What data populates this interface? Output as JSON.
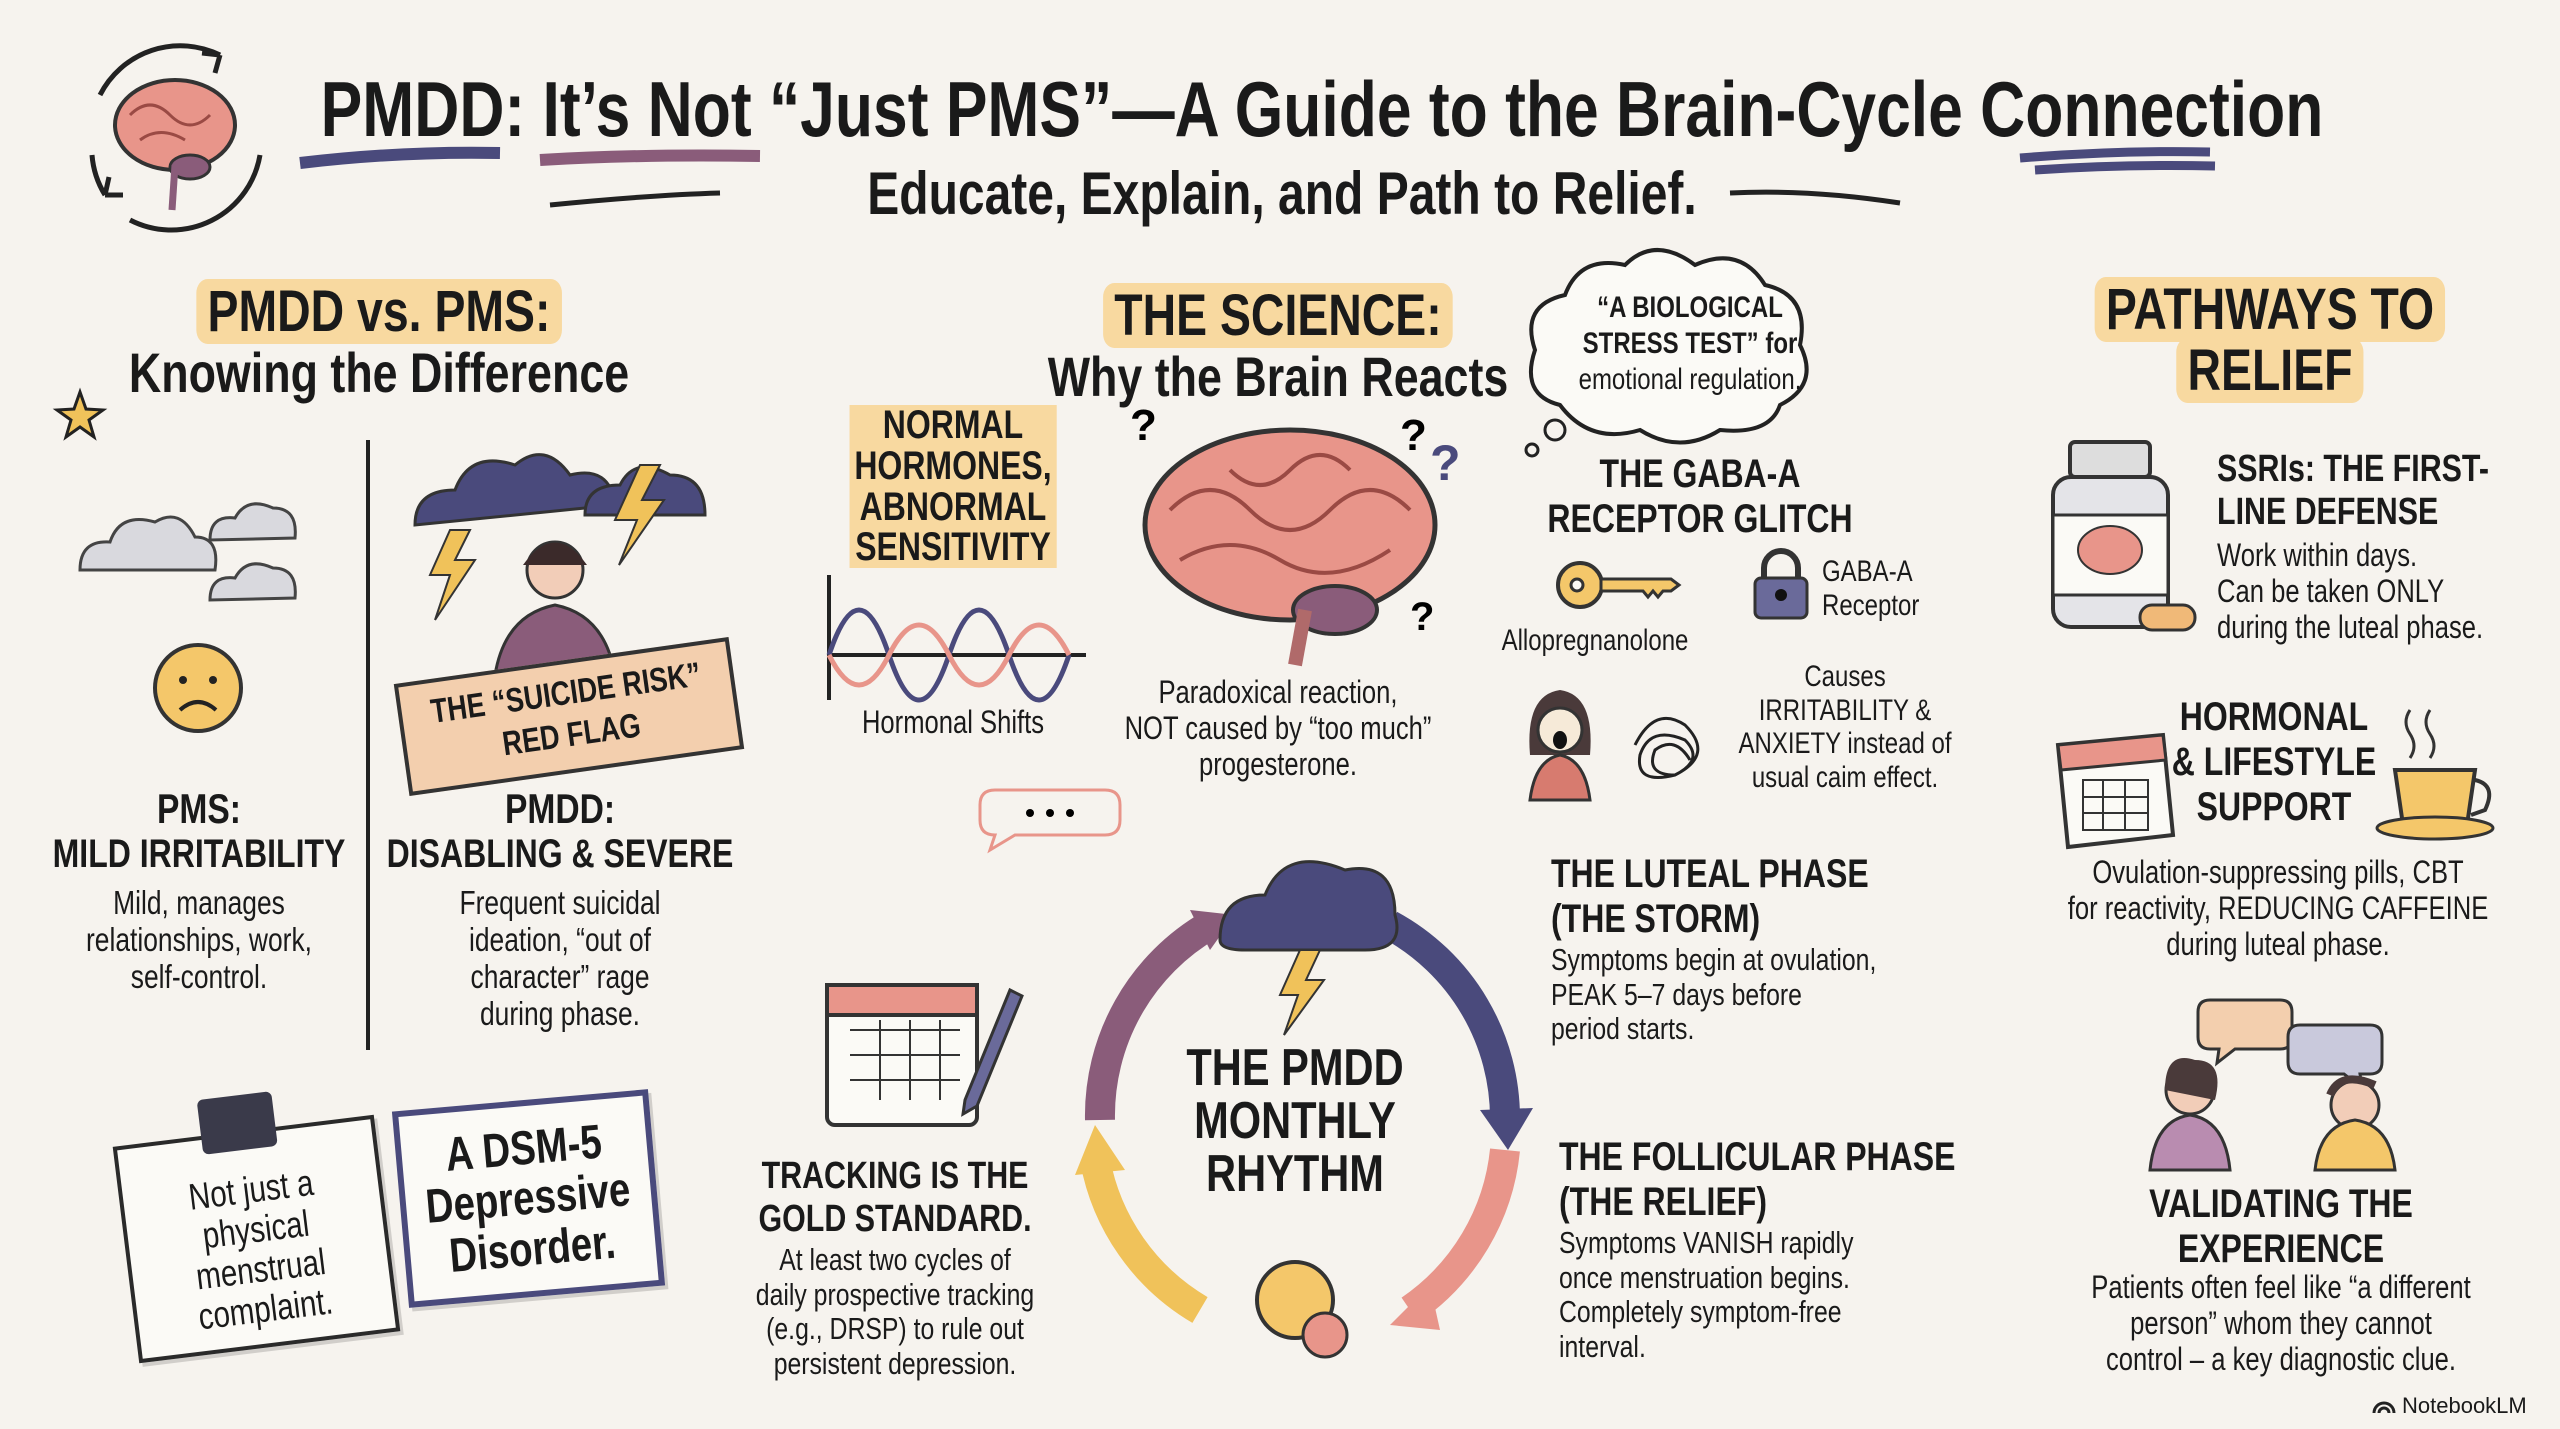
{
  "header": {
    "title": "PMDD: It’s Not “Just PMS”—A Guide to the Brain-Cycle Connection",
    "subtitle": "Educate, Explain, and Path to Relief."
  },
  "colors": {
    "background": "#f6f3ee",
    "highlight": "#f8d9a0",
    "navy": "#4a4a7c",
    "plum": "#8a5c7a",
    "coral": "#e8958a",
    "ink": "#1a1a1a"
  },
  "left": {
    "title": "PMDD vs. PMS:",
    "subtitle": "Knowing the Difference",
    "pms": {
      "title": "PMS:",
      "subtitle": "MILD IRRITABILITY",
      "lines": [
        "Mild, manages",
        "relationships, work,",
        "self-control."
      ]
    },
    "banner": {
      "line1": "THE “SUICIDE RISK”",
      "line2": "RED FLAG"
    },
    "pmdd": {
      "title": "PMDD:",
      "subtitle": "DISABLING & SEVERE",
      "lines": [
        "Frequent suicidal",
        "ideation, “out of",
        "character” rage",
        "during phase."
      ]
    },
    "note": {
      "lines": [
        "Not just a",
        "physical",
        "menstrual",
        "complaint."
      ]
    },
    "dsm": {
      "lines": [
        "A DSM-5",
        "Depressive",
        "Disorder."
      ]
    }
  },
  "science": {
    "title": "THE SCIENCE:",
    "subtitle": "Why the Brain Reacts",
    "cloud": {
      "lines": [
        "“A BIOLOGICAL",
        "STRESS TEST” for",
        "emotional regulation."
      ]
    },
    "hormones": {
      "lines": [
        "NORMAL",
        "HORMONES,",
        "ABNORMAL",
        "SENSITIVITY"
      ],
      "caption": "Hormonal Shifts"
    },
    "brain": {
      "lines": [
        "Paradoxical reaction,",
        "NOT caused by “too much”",
        "progesterone."
      ]
    },
    "gaba": {
      "title_lines": [
        "THE GABA-A",
        "RECEPTOR GLITCH"
      ],
      "key_label": "Allopregnanolone",
      "lock_lines": [
        "GABA-A",
        "Receptor"
      ],
      "effect_lines": [
        "Causes",
        "IRRITABILITY &",
        "ANXIETY instead of",
        "usual caim effect."
      ]
    },
    "tracking": {
      "title_lines": [
        "TRACKING IS THE",
        "GOLD STANDARD."
      ],
      "lines": [
        "At least two cycles of",
        "daily prospective tracking",
        "(e.g., DRSP) to rule out",
        "persistent depression."
      ]
    },
    "cycle": {
      "lines": [
        "THE PMDD",
        "MONTHLY",
        "RHYTHM"
      ]
    },
    "luteal": {
      "title_lines": [
        "THE LUTEAL PHASE",
        "(THE STORM)"
      ],
      "lines": [
        "Symptoms begin at ovulation,",
        "PEAK 5–7 days before",
        "period starts."
      ]
    },
    "follicular": {
      "title_lines": [
        "THE FOLLICULAR PHASE",
        "(THE RELIEF)"
      ],
      "lines": [
        "Symptoms VANISH rapidly",
        "once menstruation begins.",
        "Completely symptom-free",
        "interval."
      ]
    }
  },
  "relief": {
    "title_lines": [
      "PATHWAYS TO",
      "RELIEF"
    ],
    "ssri": {
      "title_lines": [
        "SSRIs: THE FIRST-",
        "LINE DEFENSE"
      ],
      "lines": [
        "Work within days.",
        "Can be taken ONLY",
        "during the luteal phase."
      ]
    },
    "hormonal": {
      "title_lines": [
        "HORMONAL",
        "& LIFESTYLE",
        "SUPPORT"
      ],
      "lines": [
        "Ovulation-suppressing pills, CBT",
        "for reactivity, REDUCING CAFFEINE",
        "during luteal phase."
      ]
    },
    "validating": {
      "title_lines": [
        "VALIDATING THE",
        "EXPERIENCE"
      ],
      "lines": [
        "Patients often feel like “a different",
        "person” whom they cannot",
        "control – a key diagnostic clue."
      ]
    }
  },
  "footer": {
    "brand": "NotebookLM",
    "icons": [
      "brain-cycle-icon",
      "cloud-icon",
      "sad-face-icon",
      "storm-person-icon",
      "brain-icon",
      "key-icon",
      "lock-icon",
      "calendar-icon",
      "pill-bottle-icon",
      "coffee-icon",
      "people-talking-icon"
    ]
  }
}
